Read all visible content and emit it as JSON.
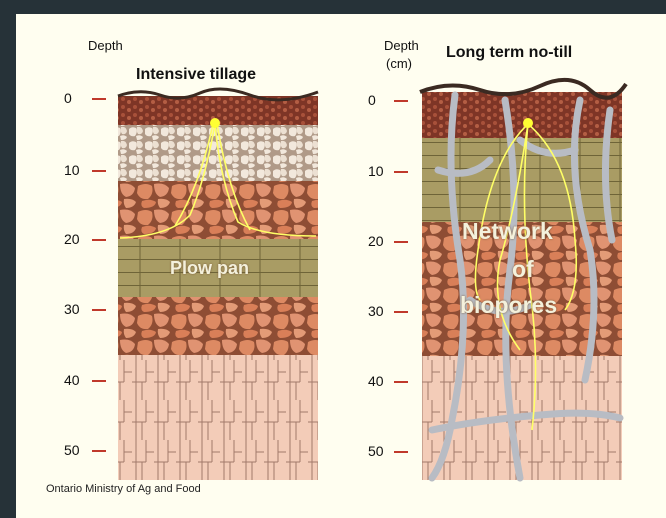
{
  "left_profile": {
    "depth_label": "Depth",
    "title": "Intensive tillage",
    "ticks": [
      "0",
      "10",
      "20",
      "30",
      "40",
      "50"
    ],
    "layer_label": "Plow pan"
  },
  "right_profile": {
    "depth_label": "Depth",
    "unit_label": "(cm)",
    "title": "Long term no-till",
    "ticks": [
      "0",
      "10",
      "20",
      "30",
      "40",
      "50"
    ],
    "overlay_lines": [
      "Network",
      "of",
      "biopores"
    ]
  },
  "credit": "Ontario Ministry of Ag and Food",
  "colors": {
    "background": "#263238",
    "panel": "#fffef0",
    "tick_mark": "#c0392b",
    "root_trace": "#ffff66",
    "topsoil": "#8a3c2c",
    "plowed_light": "#efe3d3",
    "clod_orange": "#d9835d",
    "plow_pan": "#a89a63",
    "subsoil_pink": "#f3ccb8",
    "biopore": "#b8bcc4"
  }
}
